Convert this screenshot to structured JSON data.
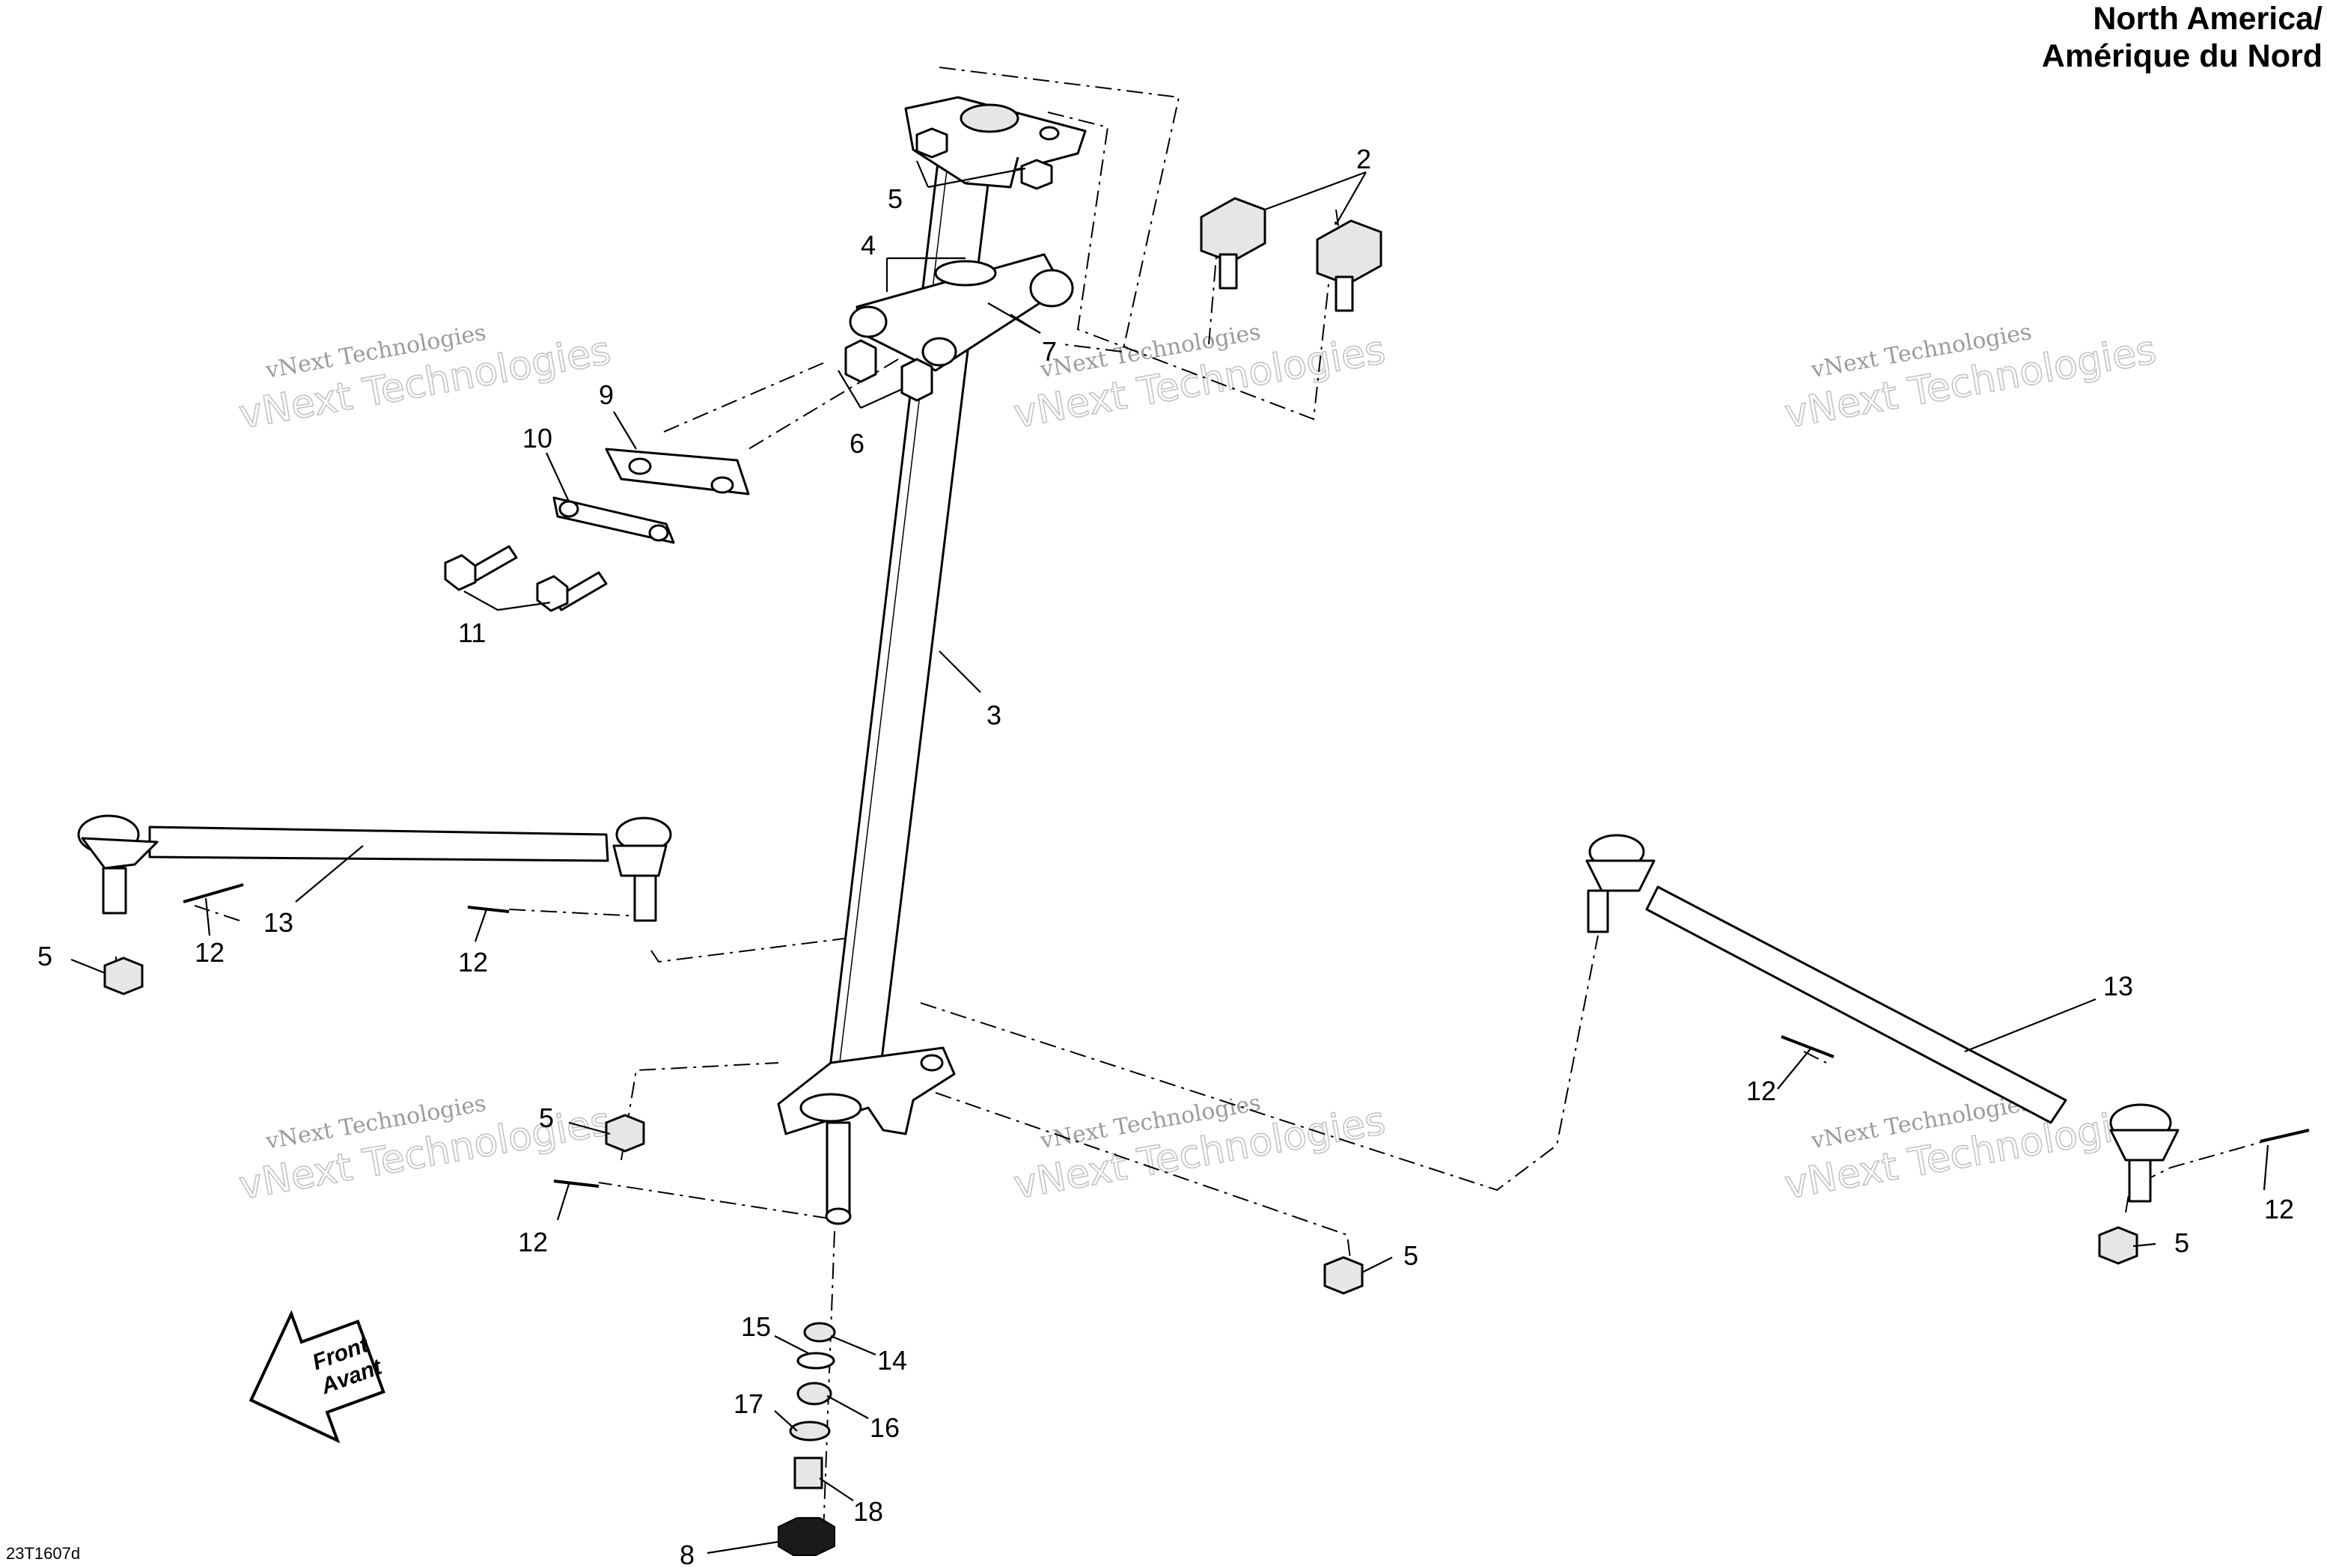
{
  "region_label": {
    "line1": "North America/",
    "line2": "Amérique du Nord"
  },
  "figure_ref": "23T1607d",
  "watermark": {
    "line1": "vNext Technologies",
    "line2": "vNext Technologies"
  },
  "front_arrow": {
    "line1": "Front",
    "line2": "Avant"
  },
  "callouts": {
    "c2": "2",
    "c3": "3",
    "c4": "4",
    "c5a": "5",
    "c5b": "5",
    "c5c": "5",
    "c5d": "5",
    "c5e": "5",
    "c6": "6",
    "c7": "7",
    "c8": "8",
    "c9": "9",
    "c10": "10",
    "c11": "11",
    "c12a": "12",
    "c12b": "12",
    "c12c": "12",
    "c12d": "12",
    "c12e": "12",
    "c13a": "13",
    "c13b": "13",
    "c14": "14",
    "c15": "15",
    "c16": "16",
    "c17": "17",
    "c18": "18"
  }
}
